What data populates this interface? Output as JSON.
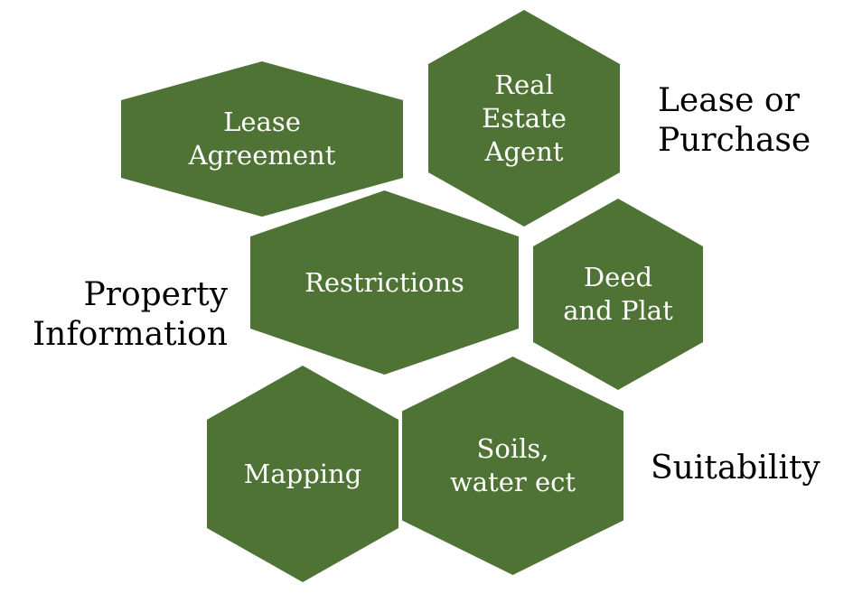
{
  "diagram": {
    "fill_color": "#4f7335",
    "text_color": "#ffffff",
    "hexagons": {
      "lease_agreement": "Lease\nAgreement",
      "real_estate_agent": "Real\nEstate\nAgent",
      "restrictions": "Restrictions",
      "deed_and_plat": "Deed\nand Plat",
      "mapping": "Mapping",
      "soils_water": "Soils,\nwater ect"
    },
    "labels": {
      "lease_or_purchase": "Lease or\nPurchase",
      "property_information": "Property\nInformation",
      "suitability": "Suitability"
    }
  }
}
